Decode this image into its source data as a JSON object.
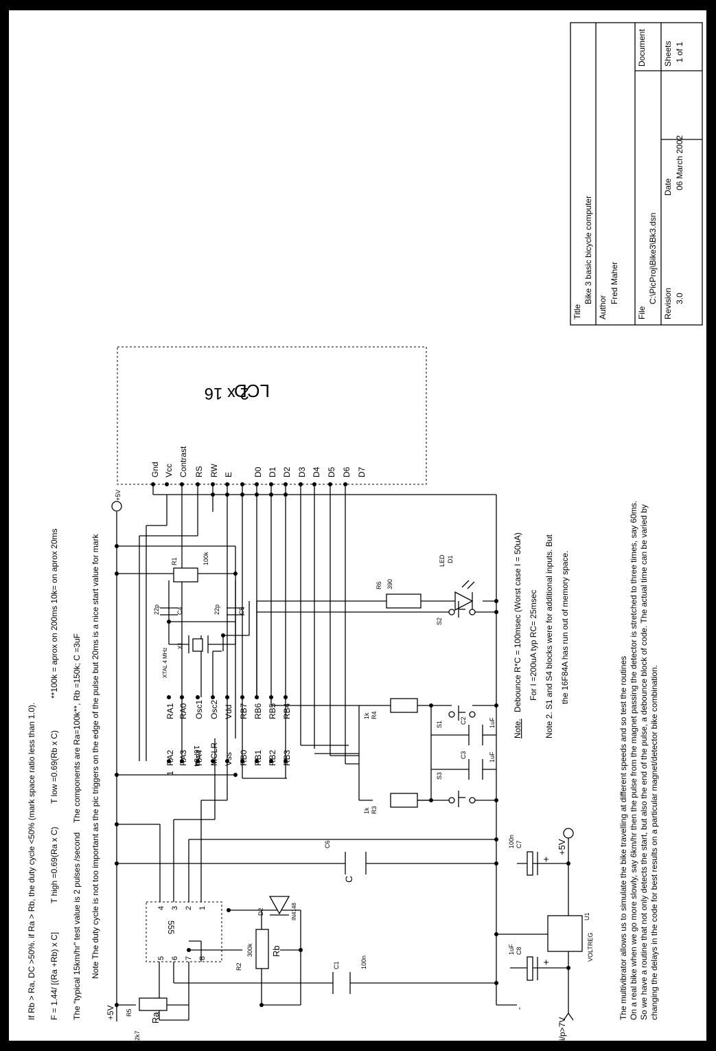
{
  "notes_top": {
    "line1": "If Rb > Ra, DC >50%.  if Ra > Rb, the duty cycle <50% (mark space ratio less than 1.0).",
    "f_formula": "F = 1.44/ [(Ra +Rb) x C]",
    "t_high": "T high =0.69(Ra x C)",
    "t_low": "T low =0.69(Rb x C)",
    "t_low_extra": "**100k = aprox on 200ms  10k= on aprox 20ms",
    "typical": "The \"typical 15km/hr\" test value is 2 pulses /second",
    "components": "The components are Ra=100k**, Rb =150k; C =3uF",
    "duty_note": "Note The duty cycle is not too important as the pic triggers on the edge of the pulse but 20ms is a nice start value for mark"
  },
  "schematic_labels": {
    "plus5v": "+5V",
    "plus5v_small": "+5V",
    "ip7v": "i/p>7V",
    "r5": "R5",
    "r5_val": "2k7",
    "ra": "Ra",
    "rb": "Rb",
    "r2": "R2",
    "r2_val": "300k",
    "d2": "D2",
    "d2_val": "IN4148",
    "c1": "C1",
    "c1_val": "100n",
    "c6": "C6",
    "c_big": "C",
    "c7": "C7",
    "c7_val": "100n",
    "c8": "C8",
    "c8_val": "1uF",
    "u1": "U1",
    "voltreg": "VOLTREG",
    "ic555": "555",
    "pic": "16F84",
    "r1": "R1",
    "r1_val": "100k",
    "x1": "X1",
    "x1_val": "XTAL 4 MHz",
    "c4": "C4",
    "c4_val": "22p",
    "c5": "C5",
    "c5_val": "22p",
    "r6": "R6",
    "r6_val": "390",
    "led": "LED",
    "d1": "D1",
    "s1": "S1",
    "s2": "S2",
    "s3": "S3",
    "r4": "R4",
    "r4_val": "1k",
    "r3": "R3",
    "r3_val": "1k",
    "c2": "C2",
    "c2_val": "1uF",
    "c3": "C3",
    "c3_val": "1uF",
    "lcd": "LCD",
    "lcd_size": "2 x 16",
    "plus": "+",
    "minus": "-"
  },
  "pins_555": [
    "4",
    "3",
    "2",
    "1",
    "5",
    "6",
    "7",
    "8"
  ],
  "pic_pins_left": [
    "1",
    "RA2",
    "RA3",
    "RA4",
    "MCLR",
    "Vss",
    "RB0",
    "RB1",
    "RB2",
    "RB3"
  ],
  "pic_pins_right": [
    "RA1",
    "RA0",
    "Osc1",
    "Osc2",
    "Vdd",
    "RB7",
    "RB6",
    "RB5",
    "RB4"
  ],
  "lcd_pins": [
    "Gnd",
    "Vcc",
    "Contrast",
    "RS",
    "RW",
    "E",
    "D0",
    "D1",
    "D2",
    "D3",
    "D4",
    "D5",
    "D6",
    "D7"
  ],
  "notes_middle": {
    "note": "Note.",
    "debounce": "Debounce R*C = 100msec   (Worst case I = 50uA)",
    "for_i": "For I =200uA typ RC= 25msec",
    "note2a": "Note 2. S1 and S4 blocks were for additional inputs. But",
    "note2b": "the 16F84A has run out of memory space."
  },
  "notes_bottom": {
    "line1": "The multivibrator allows us to simulate the bike travelling at different speeds and so test the routines",
    "line2": "On a real bike when we go more slowly, say 6km/hr then  the pulse from the magnet passing the detector is stretched to three times, say 60ms.",
    "line3": "So we have a routine that not only detects the start, but also the end of the pulse, a debounce block of code.  The actual time can be varied by",
    "line4": "changing the delays in the code for best results on a particular  magnet/detector bike combination."
  },
  "title_block": {
    "title_label": "Title",
    "title_value": "Bike 3 basic bicycle computer",
    "author_label": "Author",
    "author_value": "Fred Maher",
    "file_label": "File",
    "file_value": "C:\\PicProj\\Bike3\\Bk3.dsn",
    "document_label": "Document",
    "revision_label": "Revision",
    "revision_value": "3.0",
    "date_label": "Date",
    "date_value": "06 March 2002",
    "sheets_label": "Sheets",
    "sheets_value": "1 of 1"
  }
}
